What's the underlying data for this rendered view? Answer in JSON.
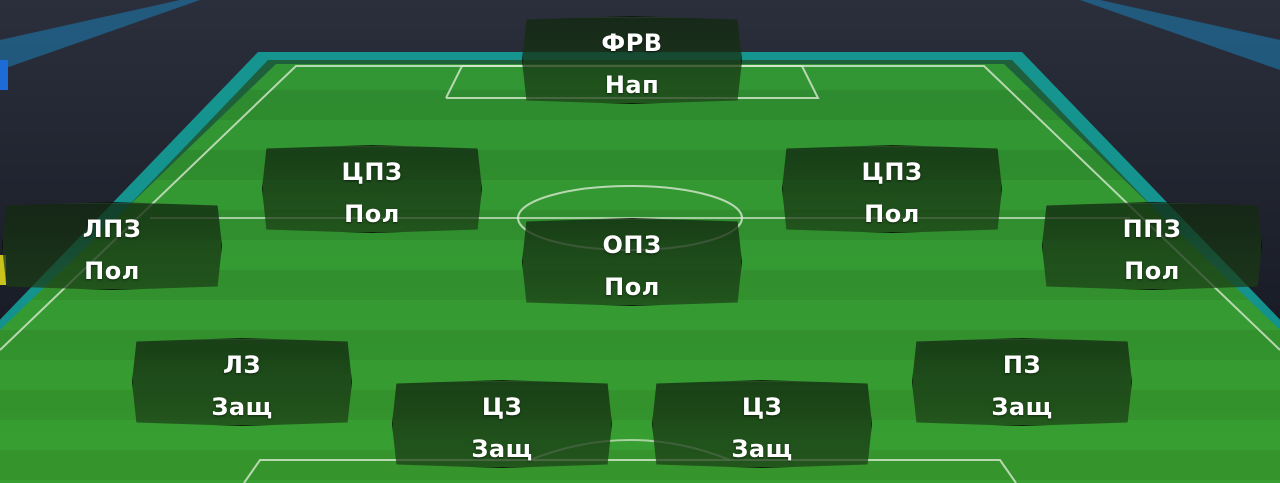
{
  "formation": {
    "slots": [
      {
        "id": "st",
        "position": "ФРВ",
        "role": "Нап"
      },
      {
        "id": "lcm",
        "position": "ЦПЗ",
        "role": "Пол"
      },
      {
        "id": "rcm",
        "position": "ЦПЗ",
        "role": "Пол"
      },
      {
        "id": "lm",
        "position": "ЛПЗ",
        "role": "Пол"
      },
      {
        "id": "cdm",
        "position": "ОПЗ",
        "role": "Пол"
      },
      {
        "id": "rm",
        "position": "ППЗ",
        "role": "Пол"
      },
      {
        "id": "lb",
        "position": "ЛЗ",
        "role": "Защ"
      },
      {
        "id": "lcb",
        "position": "ЦЗ",
        "role": "Защ"
      },
      {
        "id": "rcb",
        "position": "ЦЗ",
        "role": "Защ"
      },
      {
        "id": "rb",
        "position": "ПЗ",
        "role": "Защ"
      }
    ]
  },
  "colors": {
    "pitch_light": "#3fa83a",
    "pitch_dark": "#2c8a2a",
    "pitch_border": "#1fc6b0",
    "card_bg": "#1c3e16",
    "text": "#ffffff"
  }
}
